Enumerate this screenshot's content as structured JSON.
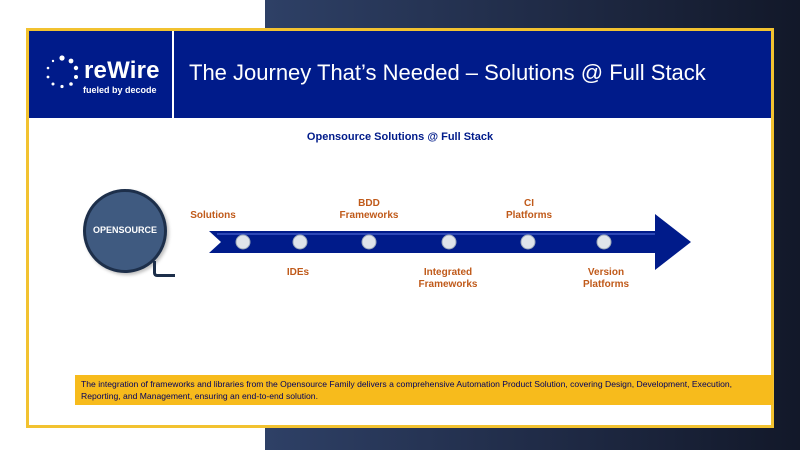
{
  "logo": {
    "word": "reWire",
    "tagline": "fueled by decode",
    "icon": "dot-ring-icon"
  },
  "header": {
    "title": "The Journey That’s Needed – Solutions @ Full Stack"
  },
  "subtitle": "Opensource Solutions @ Full Stack",
  "opensource": {
    "label": "OPENSOURCE"
  },
  "timeline": {
    "above": [
      "Solutions",
      "BDD\nFrameworks",
      "CI\nPlatforms"
    ],
    "below": [
      "IDEs",
      "Integrated\nFrameworks",
      "Version\nPlatforms"
    ]
  },
  "note": "The integration of frameworks and libraries from the Opensource Family delivers a comprehensive Automation Product Solution, covering Design, Development, Execution, Reporting, and Management, ensuring an end-to-end solution.",
  "colors": {
    "header": "#001b8a",
    "accent": "#f2c230",
    "label": "#c05a1a",
    "arrow": "#001b8a",
    "node": "#3f5a80"
  }
}
